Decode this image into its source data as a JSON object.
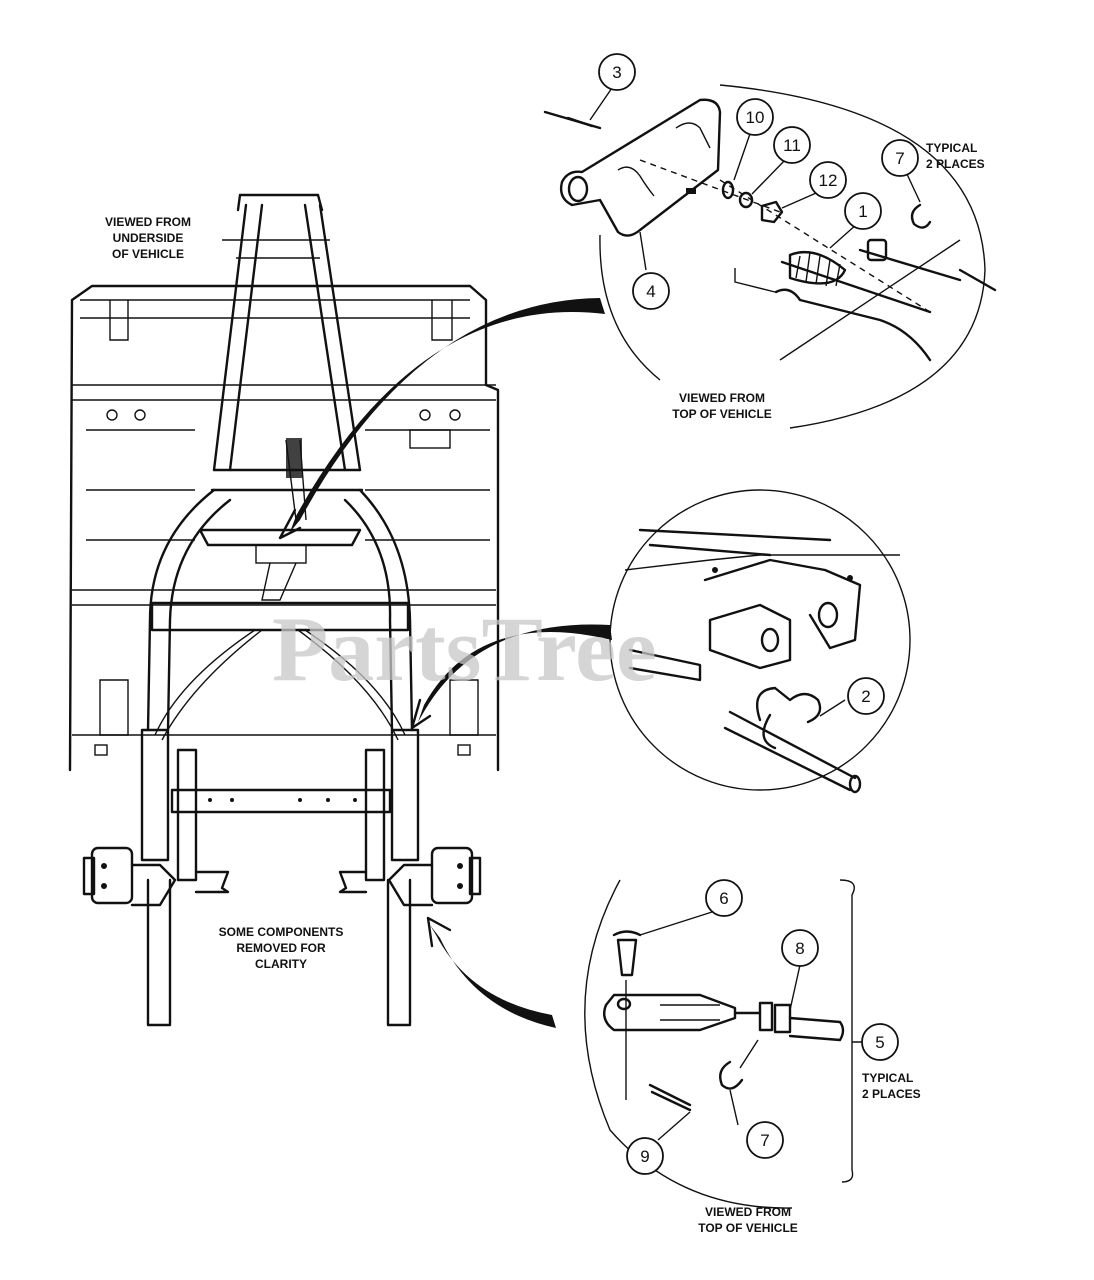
{
  "watermark": "PartsTree",
  "notes": {
    "underside": [
      "VIEWED FROM",
      "UNDERSIDE",
      "OF VEHICLE"
    ],
    "removed": [
      "SOME COMPONENTS",
      "REMOVED FOR",
      "CLARITY"
    ],
    "top_view_upper": [
      "VIEWED FROM",
      "TOP OF VEHICLE"
    ],
    "top_view_lower": [
      "VIEWED FROM",
      "TOP OF VEHICLE"
    ],
    "typical_upper": [
      "TYPICAL",
      "2 PLACES"
    ],
    "typical_lower": [
      "TYPICAL",
      "2 PLACES"
    ]
  },
  "callouts": {
    "c1": "1",
    "c2": "2",
    "c3": "3",
    "c4": "4",
    "c5": "5",
    "c6": "6",
    "c7a": "7",
    "c7b": "7",
    "c8": "8",
    "c9": "9",
    "c10": "10",
    "c11": "11",
    "c12": "12"
  }
}
